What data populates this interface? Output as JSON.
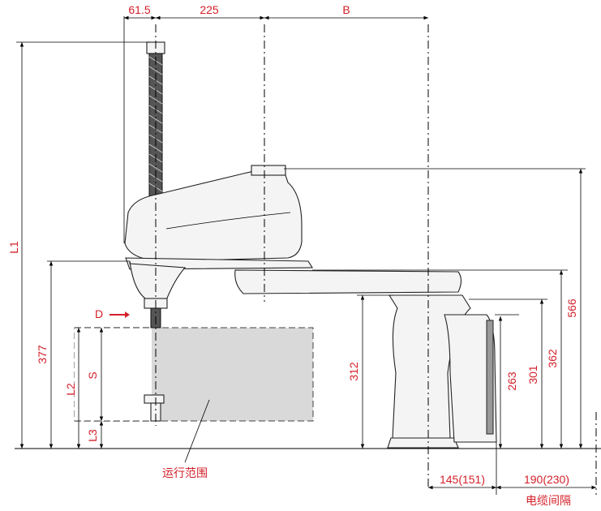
{
  "dimensions": {
    "top_left": "61.5",
    "top_mid": "225",
    "top_right": "B",
    "total_height": "L1",
    "floor_to_lower_arm": "377",
    "stroke_area_height": "L2",
    "stroke": "S",
    "bottom_offset": "L3",
    "base_height": "312",
    "h_263": "263",
    "h_301": "301",
    "h_362": "362",
    "h_566": "566",
    "base_depth": "145(151)",
    "cable_clearance": "190(230)"
  },
  "labels": {
    "d_marker": "D",
    "work_range": "运行范围",
    "cable_spacing": "电缆间隔"
  },
  "colors": {
    "dimension_text": "#d4202a",
    "work_area": "#d9d9d9",
    "body": "#f4f4f4"
  }
}
